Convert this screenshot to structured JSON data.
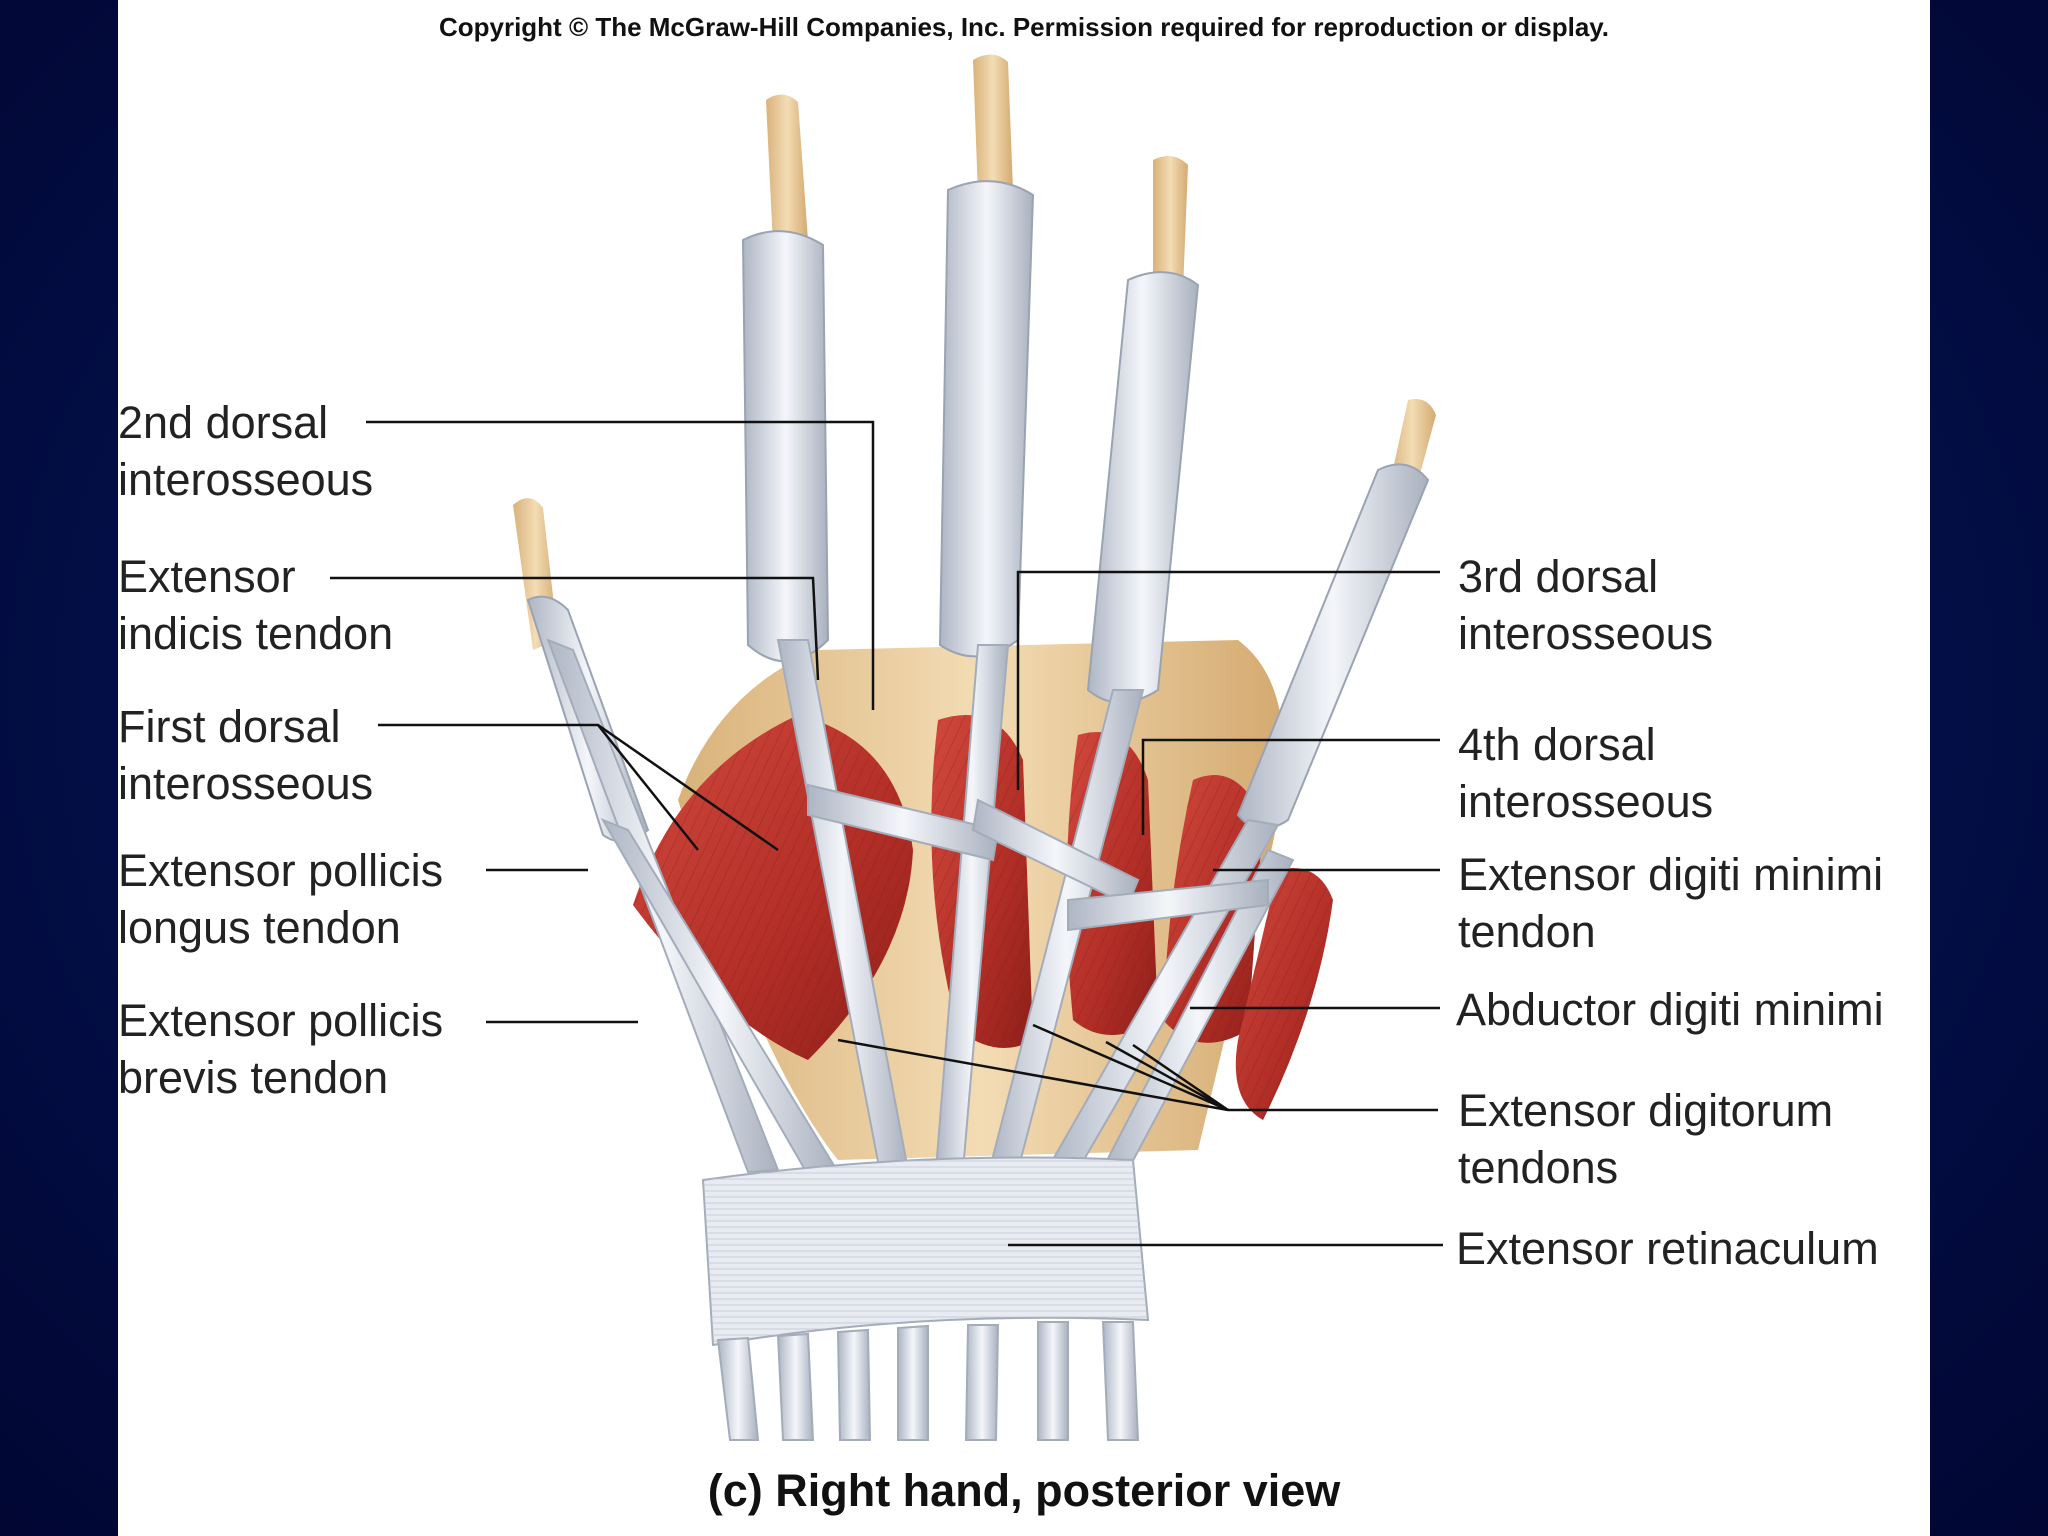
{
  "header": {
    "copyright": "Copyright © The McGraw-Hill Companies, Inc. Permission required for reproduction or display."
  },
  "figure": {
    "caption": "(c) Right hand, posterior view"
  },
  "labels": {
    "second_dorsal_interosseous": [
      "2nd dorsal",
      "interosseous"
    ],
    "extensor_indicis_tendon": [
      "Extensor",
      "indicis tendon"
    ],
    "first_dorsal_interosseous": [
      "First dorsal",
      "interosseous"
    ],
    "extensor_pollicis_longus_tendon": [
      "Extensor pollicis",
      "longus tendon"
    ],
    "extensor_pollicis_brevis_tendon": [
      "Extensor pollicis",
      "brevis tendon"
    ],
    "third_dorsal_interosseous": [
      "3rd dorsal",
      "interosseous"
    ],
    "fourth_dorsal_interosseous": [
      "4th dorsal",
      "interosseous"
    ],
    "extensor_digiti_minimi_tendon": [
      "Extensor digiti minimi",
      "tendon"
    ],
    "abductor_digiti_minimi": [
      "Abductor digiti minimi"
    ],
    "extensor_digitorum_tendons": [
      "Extensor digitorum",
      "tendons"
    ],
    "extensor_retinaculum": [
      "Extensor retinaculum"
    ]
  },
  "colors": {
    "background": "#03104a",
    "slide": "#ffffff",
    "muscle": "#b8322a",
    "tendon": "#dde2ea",
    "bone": "#e8c99a",
    "leader_line": "#111111"
  }
}
